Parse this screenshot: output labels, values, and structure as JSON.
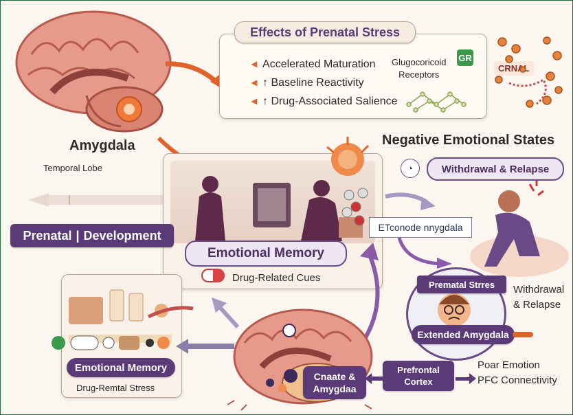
{
  "effects_box": {
    "title": "Effects of Prenatal Stress",
    "items": [
      "Accelerated Maturation",
      "↑ Baseline Reactivity",
      "↑ Drug-Associated Salience"
    ],
    "receptor_label": "Glugocoricoid\nReceptors",
    "gr_badge": "GR",
    "crnal_badge": "CRNAL"
  },
  "amygdala": {
    "title": "Amygdala",
    "subtitle": "Temporal Lobe"
  },
  "negative_states": {
    "title": "Negative Emotional States",
    "pill": "Withdrawal & Relapse"
  },
  "prenatal_pill": {
    "left": "Prenatal",
    "right": "Development"
  },
  "center_panel": {
    "memory_label": "Emotional Memory",
    "cues_label": "Drug-Related Cues"
  },
  "et_label": "ETconode nnygdala",
  "circle": {
    "top_pill": "Prematal Strres",
    "bottom_pill": "Extended Amygdala"
  },
  "right_text": "Withdrawal\n& Relapse",
  "left_card": {
    "memory_label": "Emotional Memory",
    "stress_label": "Drug-Remtal Stress"
  },
  "bottom": {
    "amygdala_pill": "Cnaate &\nAmygdaa",
    "prefrontal_pill": "Prefrontal\nCortex",
    "poor_text": "Poar Emotion\nPFC Connectivity"
  },
  "colors": {
    "purple": "#5b3a78",
    "orange": "#e0632b",
    "brain_pink": "#e79a8b",
    "border_green": "#1c6b3a"
  }
}
